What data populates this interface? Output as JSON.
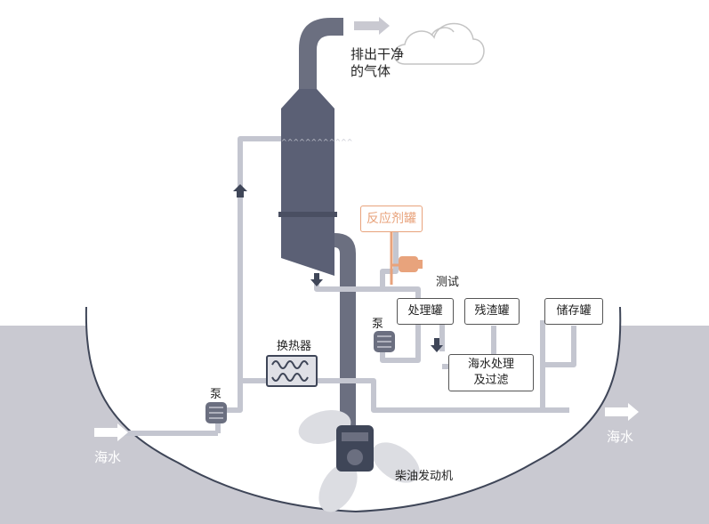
{
  "labels": {
    "exhaust_line1": "排出干净",
    "exhaust_line2": "的气体",
    "reagent_tank": "反应剂罐",
    "test": "测试",
    "treatment_tank": "处理罐",
    "residue_tank": "残渣罐",
    "storage_tank": "储存罐",
    "seawater_treatment_line1": "海水处理",
    "seawater_treatment_line2": "及过滤",
    "pump_right": "泵",
    "pump_left": "泵",
    "heat_exchanger": "换热器",
    "seawater_in": "海水",
    "seawater_out": "海水",
    "diesel_engine": "柴油发动机"
  },
  "colors": {
    "sea": "#c9c9d1",
    "hull_line": "#3f4658",
    "scrubber": "#5b6075",
    "pipe": "#c4c6d0",
    "pipe_dark": "#6b6f80",
    "reagent": "#e8a37c",
    "cloud": "#c8c8c8",
    "propeller": "#dcdde2",
    "arrow_white": "#ffffff",
    "arrow_dark": "#3f4658"
  }
}
